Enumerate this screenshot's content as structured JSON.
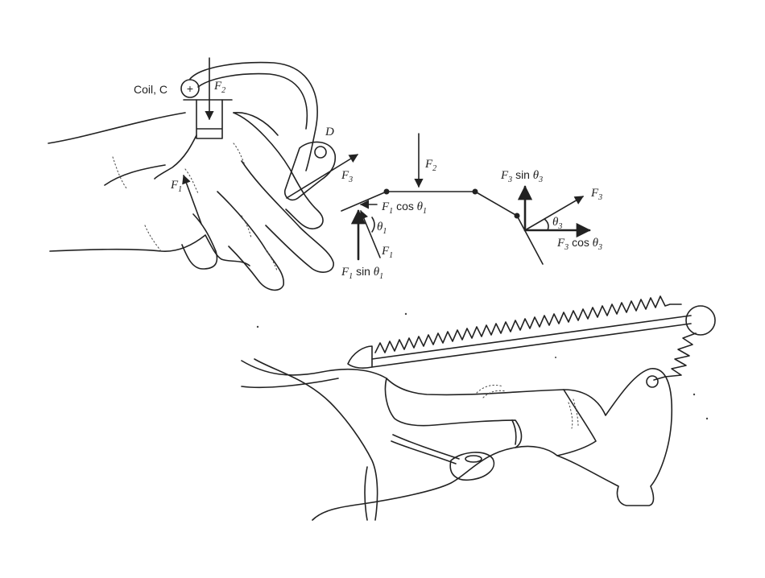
{
  "labels": {
    "coil": "Coil, C",
    "coil_symbol": "+",
    "point_d": "D",
    "f1": "F",
    "f1_sub": "1",
    "f2": "F",
    "f2_sub": "2",
    "f3": "F",
    "f3_sub": "3",
    "theta": "θ",
    "theta1_sub": "1",
    "theta3_sub": "3",
    "cos": "cos",
    "sin": "sin"
  }
}
